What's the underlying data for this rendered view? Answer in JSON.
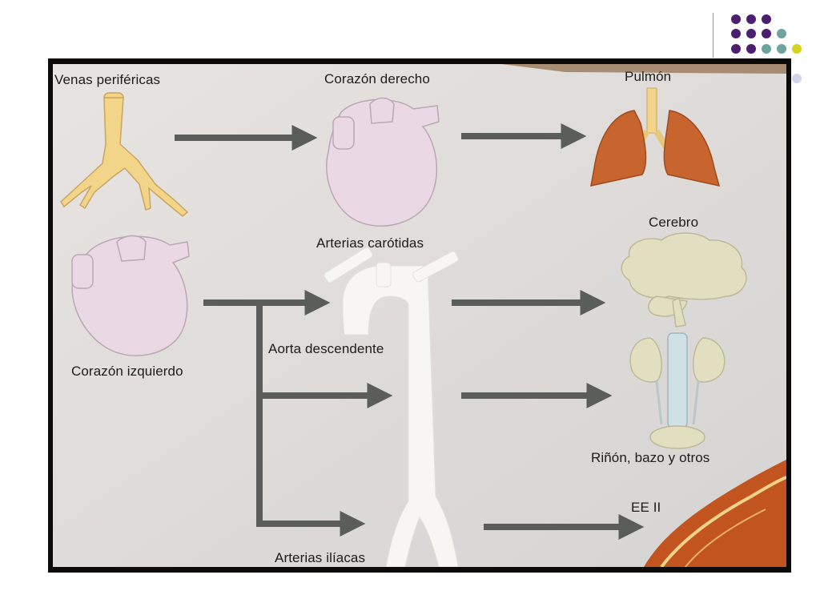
{
  "slide": {
    "labels": {
      "venas_perifericas": "Venas periféricas",
      "corazon_derecho": "Corazón derecho",
      "pulmon": "Pulmón",
      "cerebro": "Cerebro",
      "arterias_carotidas": "Arterias carótidas",
      "aorta_descendente": "Aorta descendente",
      "corazon_izquierdo": "Corazón izquierdo",
      "rinon_bazo_otros": "Riñón, bazo y otros",
      "ee_ii": "EE II",
      "arterias_iliacas": "Arterias ilíacas"
    },
    "colors": {
      "accent_purple": "#4b1f6e",
      "accent_teal": "#6fa3a0",
      "accent_yellow": "#d6d21e",
      "accent_lavender": "#d2d5ea",
      "arrow": "#5a5d5a",
      "vein": "#f3d58a",
      "heart": "#ead9e4",
      "lung": "#c8652f",
      "brain": "#e2dfc0",
      "muscle": "#c2541f"
    }
  }
}
